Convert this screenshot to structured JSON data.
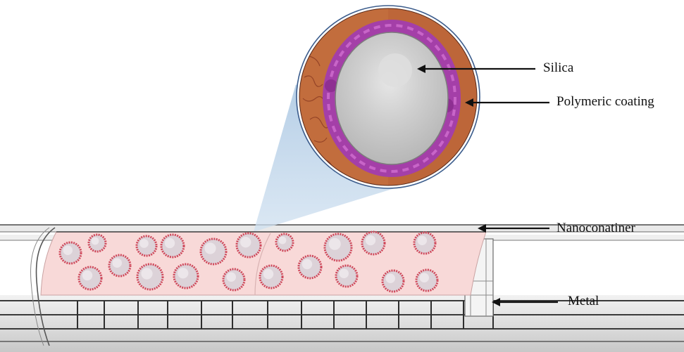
{
  "labels": {
    "silica": "Silica",
    "polymeric_coating": "Polymeric coating",
    "nanocontainer": "Nanoconatiner",
    "metal": "Metal"
  },
  "colors": {
    "coating_fill": "#f8d9d8",
    "sphere_ring": "#d0485a",
    "sphere_core": "#dcd2d8",
    "silica_core": "#c9c9c9",
    "polymer_shell": "#b04ab6",
    "outer_shell": "#c06a3c",
    "magnifier_cone": "#bcd4ea",
    "rod_line": "#3a3a3a"
  }
}
